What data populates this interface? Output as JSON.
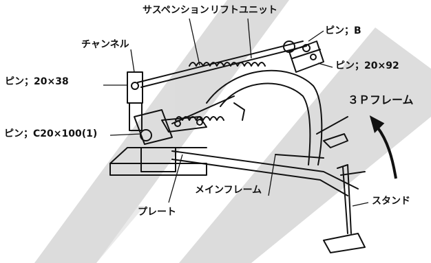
{
  "labels": {
    "suspension": "サスペンション",
    "lift_unit": "リフトユニット",
    "channel": "チャンネル",
    "pin_b": "ピン；B",
    "pin_20x38": "ピン；20×38",
    "pin_20x92": "ピン；20×92",
    "frame_3p": "３Ｐフレーム",
    "pin_c20x100": "ピン；C20×100(1)",
    "main_frame": "メインフレーム",
    "stand": "スタンド",
    "plate": "プレート"
  },
  "colors": {
    "ink": "#111111",
    "watermark": "#d9d9d9",
    "background": "#ffffff"
  },
  "watermark_icon": "stylized-s-stripes-watermark"
}
